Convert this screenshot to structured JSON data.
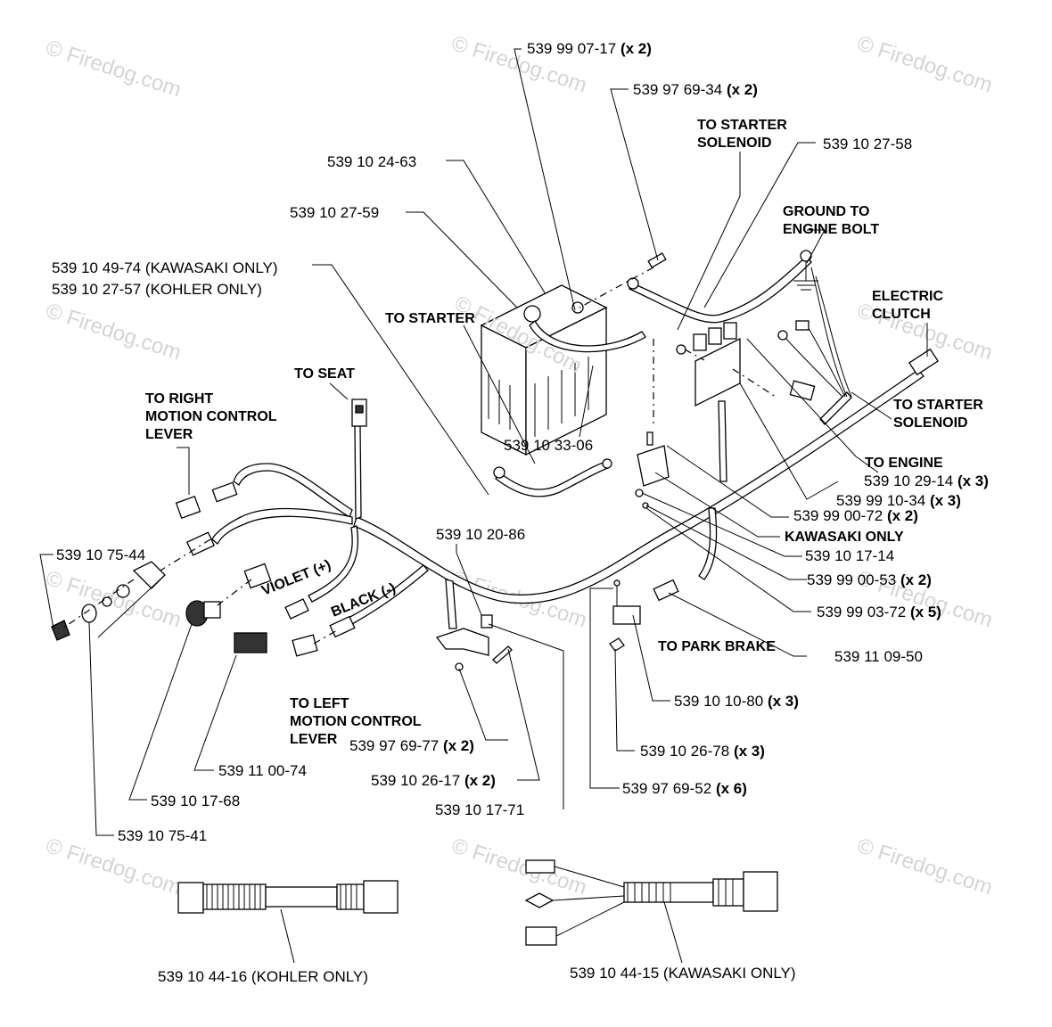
{
  "watermark": "© Firedog.com",
  "labels": {
    "p_07_17": "539 99 07-17",
    "q_07_17": "(x 2)",
    "p_69_34": "539 97 69-34",
    "q_69_34": "(x 2)",
    "to_starter_solenoid_top": [
      "TO STARTER",
      "SOLENOID"
    ],
    "p_27_58": "539 10 27-58",
    "p_24_63": "539 10 24-63",
    "ground_to_engine_bolt": [
      "GROUND TO",
      "ENGINE BOLT"
    ],
    "p_27_59": "539 10 27-59",
    "p_49_74": "539 10 49-74 (KAWASAKI ONLY)",
    "p_27_57": "539 10 27-57 (KOHLER ONLY)",
    "electric_clutch": [
      "ELECTRIC",
      "CLUTCH"
    ],
    "to_starter": "TO STARTER",
    "to_seat": "TO SEAT",
    "to_right_motion": [
      "TO RIGHT",
      "MOTION CONTROL",
      "LEVER"
    ],
    "to_starter_solenoid_right": [
      "TO STARTER",
      "SOLENOID"
    ],
    "p_33_06": "539 10 33-06",
    "to_engine": "TO ENGINE",
    "p_29_14": "539 10 29-14",
    "q_29_14": "(x 3)",
    "p_10_34": "539 99 10-34",
    "q_10_34": "(x 3)",
    "p_00_72": "539 99 00-72",
    "q_00_72": "(x 2)",
    "kawasaki_only": "KAWASAKI ONLY",
    "p_20_86": "539 10 20-86",
    "p_17_14": "539 10 17-14",
    "p_75_44": "539 10 75-44",
    "violet": "VIOLET (+)",
    "p_00_53": "539 99 00-53",
    "q_00_53": "(x 2)",
    "black": "BLACK (-)",
    "p_03_72": "539 99 03-72",
    "q_03_72": "(x 5)",
    "to_park_brake": "TO PARK BRAKE",
    "p_09_50": "539 11 09-50",
    "p_10_80": "539 10 10-80",
    "q_10_80": "(x 3)",
    "to_left_motion": [
      "TO LEFT",
      "MOTION CONTROL",
      "LEVER"
    ],
    "p_69_77": "539 97 69-77",
    "q_69_77": "(x 2)",
    "p_26_78": "539 10 26-78",
    "q_26_78": "(x 3)",
    "p_00_74": "539 11 00-74",
    "p_26_17": "539 10 26-17",
    "q_26_17": "(x 2)",
    "p_69_52": "539 97 69-52",
    "q_69_52": "(x 6)",
    "p_17_68": "539 10 17-68",
    "p_17_71": "539 10 17-71",
    "p_75_41": "539 10 75-41",
    "p_44_16": "539 10 44-16 (KOHLER ONLY)",
    "p_44_15": "539 10 44-15 (KAWASAKI ONLY)"
  }
}
